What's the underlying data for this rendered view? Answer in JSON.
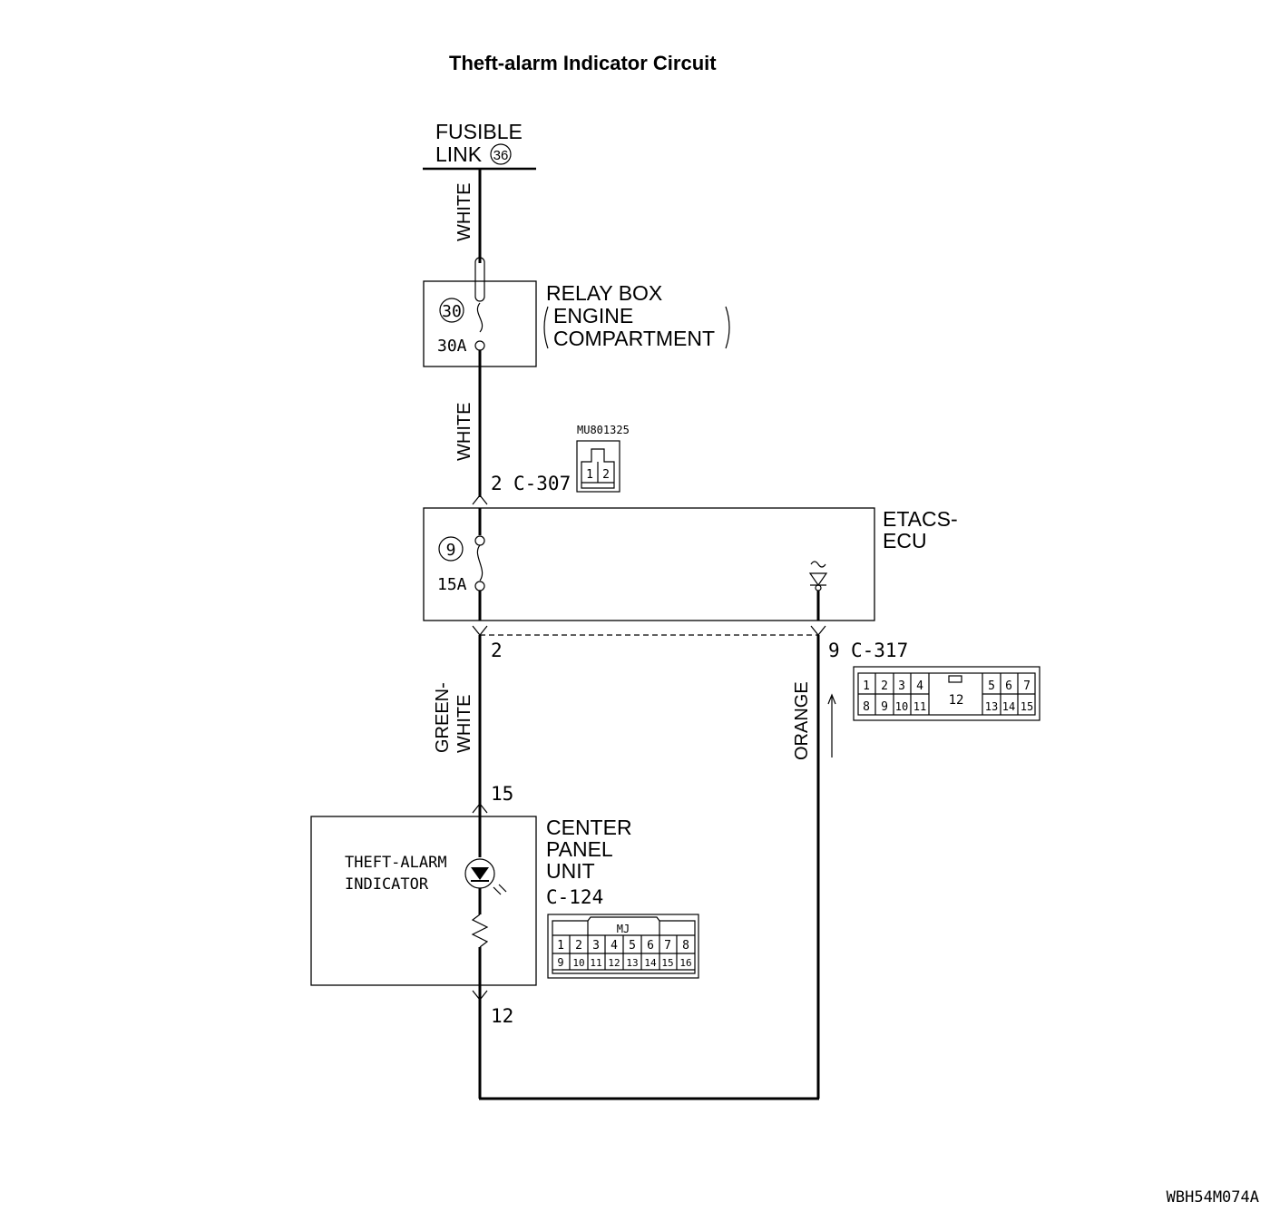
{
  "title": "Theft-alarm Indicator Circuit",
  "fusible_link": {
    "line1": "FUSIBLE",
    "line2": "LINK",
    "number": "36"
  },
  "wire_colors": {
    "top": "WHITE",
    "middle": "WHITE",
    "green_white_1": "GREEN-",
    "green_white_2": "WHITE",
    "orange": "ORANGE"
  },
  "relay_box": {
    "fuse_number": "30",
    "rating": "30A",
    "line1": "RELAY BOX",
    "line2": "ENGINE",
    "line3": "COMPARTMENT"
  },
  "connector_c307": {
    "pin": "2",
    "label": "C-307",
    "part_number": "MU801325",
    "pins": [
      "1",
      "2"
    ]
  },
  "etacs": {
    "line1": "ETACS-",
    "line2": "ECU",
    "fuse_number": "9",
    "rating": "15A"
  },
  "connector_c317": {
    "left_pin": "2",
    "right_pin": "9",
    "label": "C-317",
    "top_row_left": [
      "1",
      "2",
      "3",
      "4"
    ],
    "top_row_right": [
      "5",
      "6",
      "7"
    ],
    "bottom_row_left": [
      "8",
      "9",
      "10",
      "11"
    ],
    "bottom_row_right": [
      "13",
      "14",
      "15"
    ],
    "center": "12"
  },
  "center_panel": {
    "top_pin": "15",
    "bottom_pin": "12",
    "line1": "CENTER",
    "line2": "PANEL",
    "line3": "UNIT",
    "connector": "C-124",
    "indicator_line1": "THEFT-ALARM",
    "indicator_line2": "INDICATOR",
    "connector_tag": "MJ",
    "top_row": [
      "1",
      "2",
      "3",
      "4",
      "5",
      "6",
      "7",
      "8"
    ],
    "bottom_row": [
      "9",
      "10",
      "11",
      "12",
      "13",
      "14",
      "15",
      "16"
    ]
  },
  "figure_code": "WBH54M074A"
}
